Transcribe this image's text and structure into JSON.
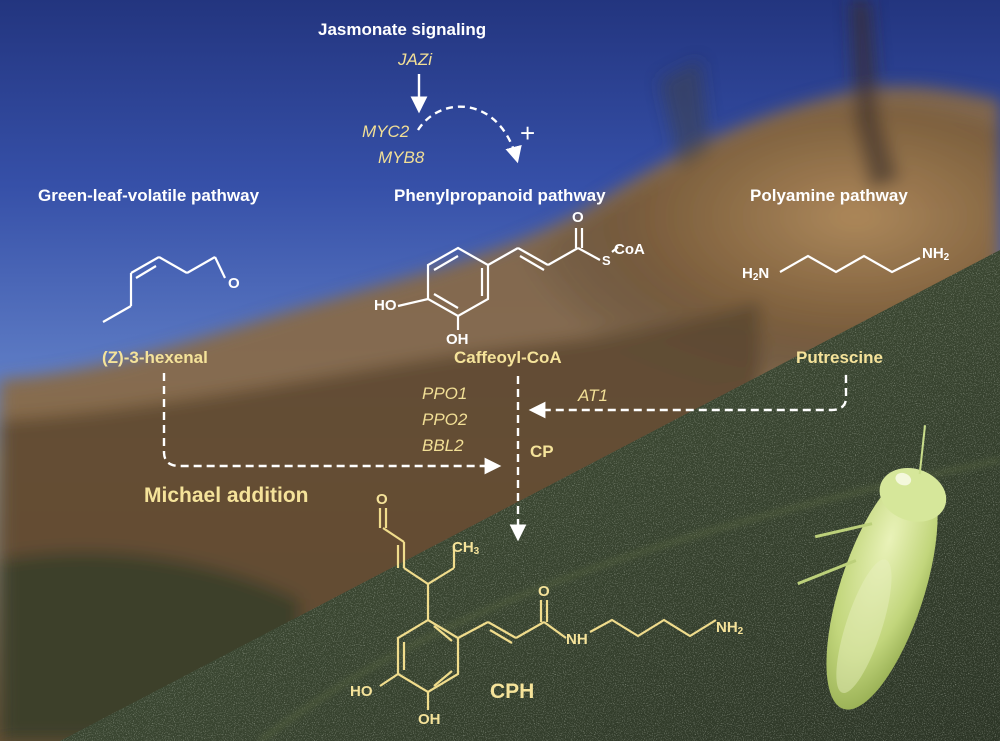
{
  "header": {
    "signaling_title": "Jasmonate signaling",
    "jazi": "JAZi",
    "myc2": "MYC2",
    "myb8": "MYB8",
    "plus": "+"
  },
  "pathways": {
    "green_leaf": "Green-leaf-volatile pathway",
    "phenylpropanoid": "Phenylpropanoid pathway",
    "polyamine": "Polyamine pathway"
  },
  "compounds": {
    "hexenal": "(Z)-3-hexenal",
    "caffeoyl": "Caffeoyl-CoA",
    "putrescine": "Putrescine",
    "cp": "CP",
    "cph": "CPH"
  },
  "enzymes": {
    "ppo1": "PPO1",
    "ppo2": "PPO2",
    "bbl2": "BBL2",
    "at1": "AT1"
  },
  "reaction": {
    "michael": "Michael addition"
  },
  "atoms": {
    "o": "O",
    "ho": "HO",
    "oh": "OH",
    "s": "S",
    "coa": "CoA",
    "h2n_h": "H",
    "h2n_2": "2",
    "h2n_n": "N",
    "nh2_nh": "NH",
    "nh2_2": "2",
    "ch3_ch": "CH",
    "ch3_3": "3",
    "nh": "NH"
  },
  "colors": {
    "sky_top": "#2a3c8e",
    "sky_mid": "#4463b8",
    "hill": "#7a6040",
    "leaf": "#3d4a34",
    "label_yellow": "#f5e39a",
    "label_white": "#ffffff",
    "insect": "#c9dd8a"
  }
}
